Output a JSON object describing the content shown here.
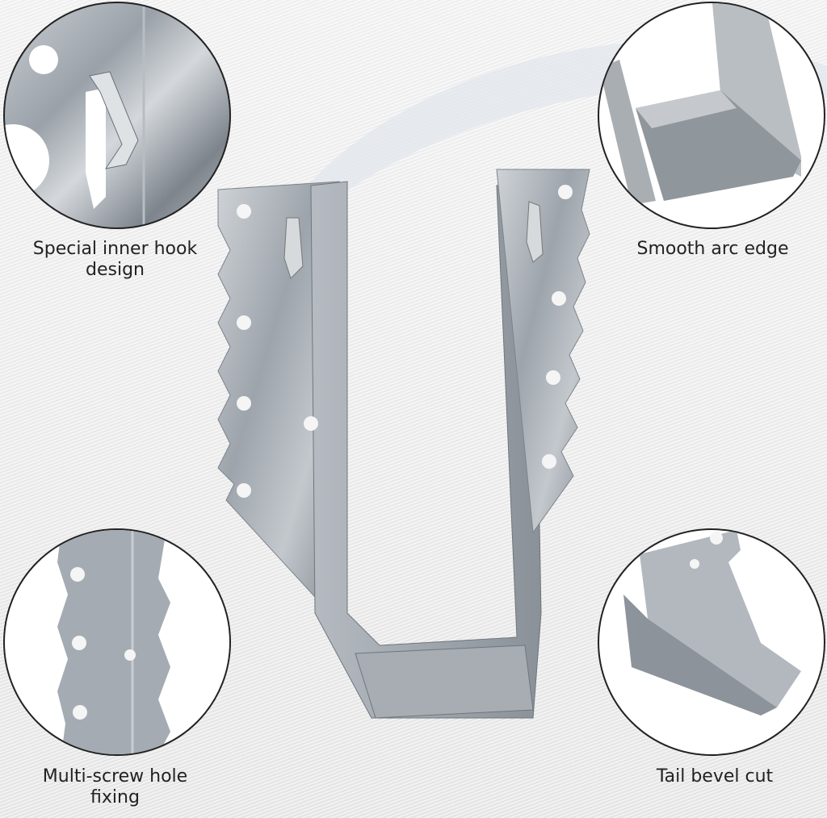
{
  "features": [
    {
      "id": "top-left",
      "label_line1": "Special inner hook",
      "label_line2": "design"
    },
    {
      "id": "top-right",
      "label_line1": "Smooth arc edge",
      "label_line2": ""
    },
    {
      "id": "bottom-left",
      "label_line1": "Multi-screw hole",
      "label_line2": "fixing"
    },
    {
      "id": "bottom-right",
      "label_line1": "Tail bevel cut",
      "label_line2": ""
    }
  ],
  "product": {
    "name": "galvanized joist hanger",
    "color": "#a9afb5"
  }
}
